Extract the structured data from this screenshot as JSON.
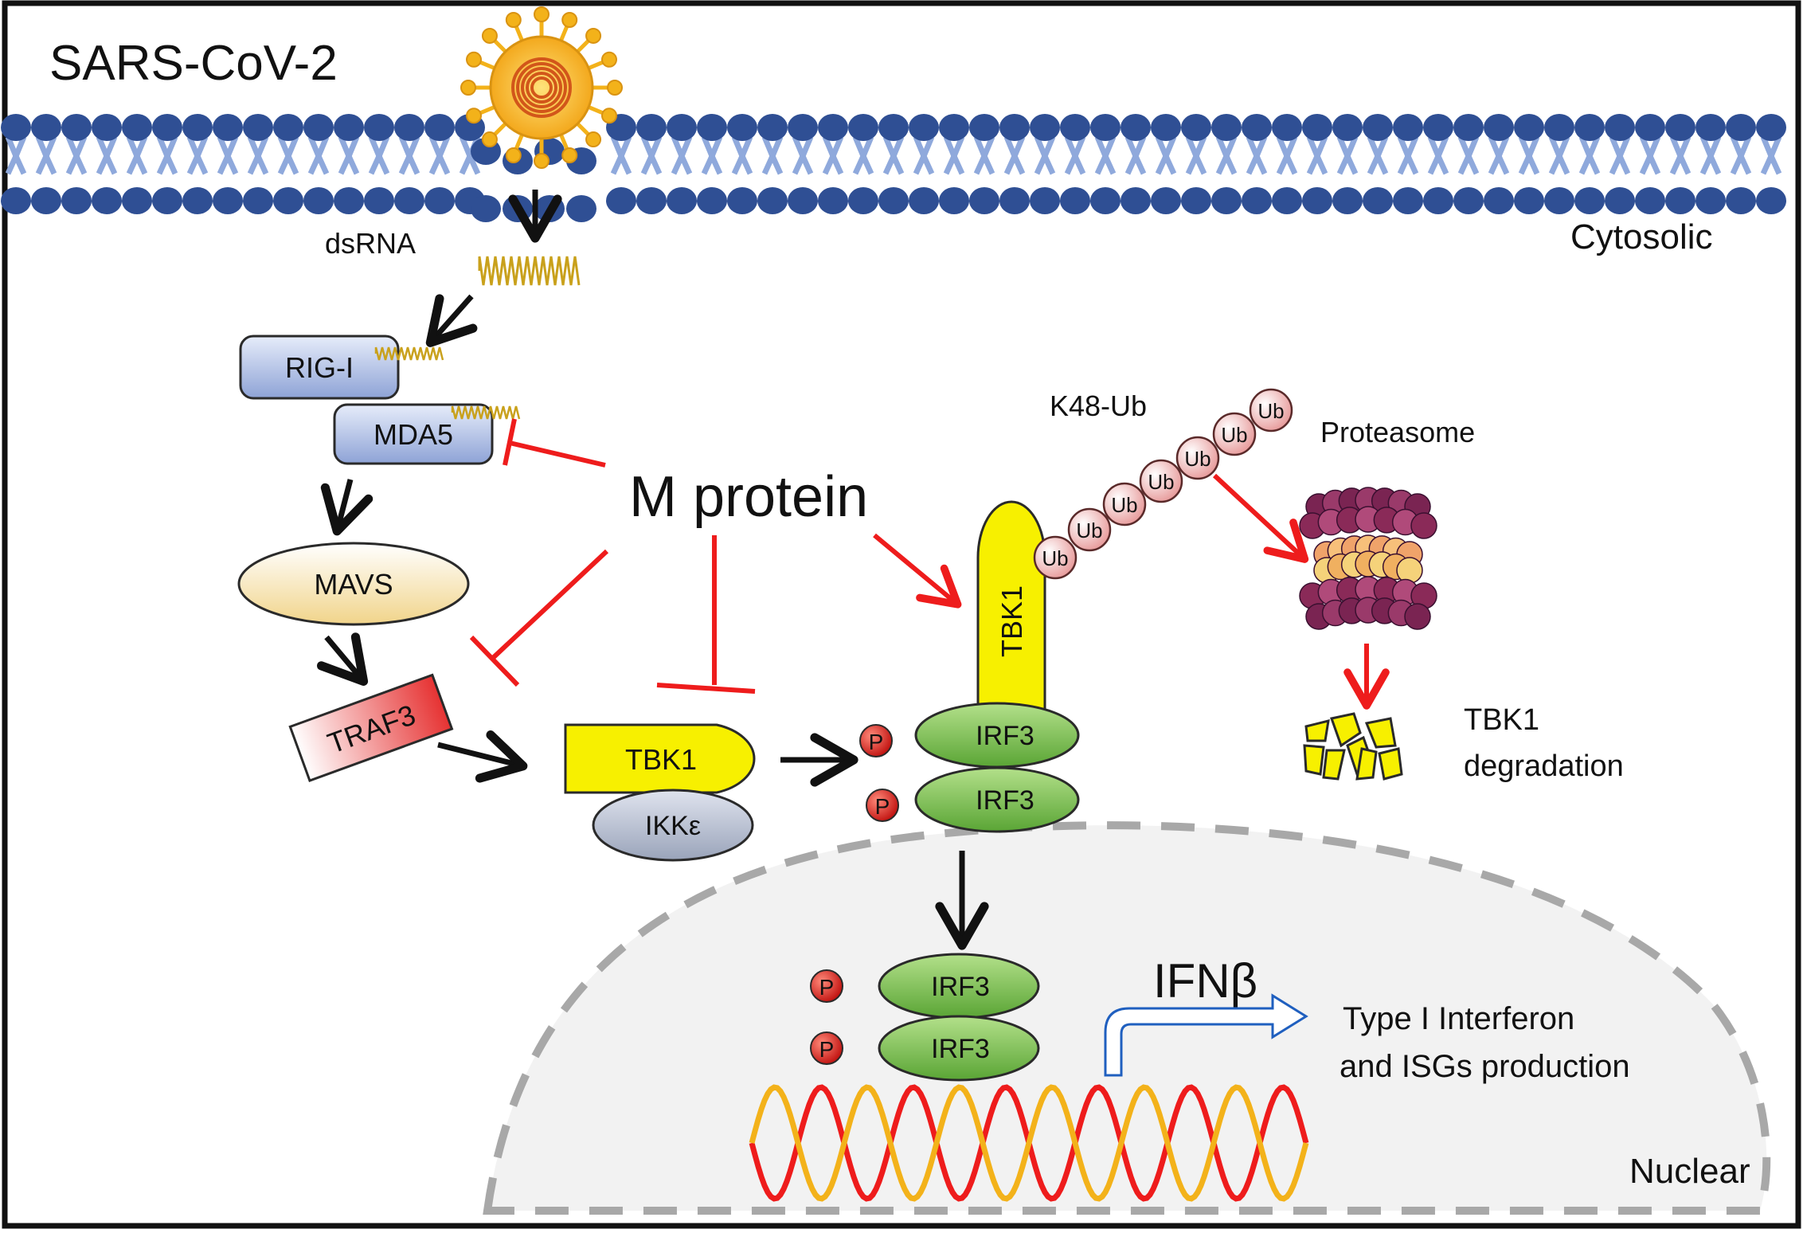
{
  "virus_label": "SARS-CoV-2",
  "compartments": {
    "cytosolic": "Cytosolic",
    "nuclear": "Nuclear"
  },
  "dsrna_label": "dsRNA",
  "rig_i": "RIG-I",
  "mda5": "MDA5",
  "mavs": "MAVS",
  "traf3": "TRAF3",
  "tbk1_complex": "TBK1",
  "ikke": "IKKε",
  "m_protein": "M protein",
  "tbk1_bound": "TBK1",
  "irf3": "IRF3",
  "phospho": "P",
  "k48_label": "K48-Ub",
  "ub": "Ub",
  "proteasome": "Proteasome",
  "degradation": {
    "line1": "TBK1",
    "line2": "degradation"
  },
  "ifnb": "IFNβ",
  "output": {
    "line1": "Type I  Interferon",
    "line2": "and  ISGs production"
  },
  "colors": {
    "membrane_head": "#2f4f94",
    "membrane_tail": "#8fa9dc",
    "inhibit": "#ee1c1c",
    "activate": "#111111",
    "tbk1_yellow": "#f7f000",
    "irf3_green": "#8ccd5a",
    "phospho_red": "#d81c1c",
    "traf3_red": "#ea3b3b",
    "ub_pink": "#f4b9b9",
    "proteasome_purple": "#8a2a58",
    "ifn_arrow_blue": "#1f5fbf",
    "nucleus_fill": "#f2f2f2",
    "nucleus_dash": "#a8a8a8"
  },
  "icons": [
    "virus-icon",
    "dsrna-icon",
    "proteasome-icon",
    "dna-helix-icon",
    "ifn-transcription-arrow-icon",
    "tbk1-fragments-icon"
  ]
}
